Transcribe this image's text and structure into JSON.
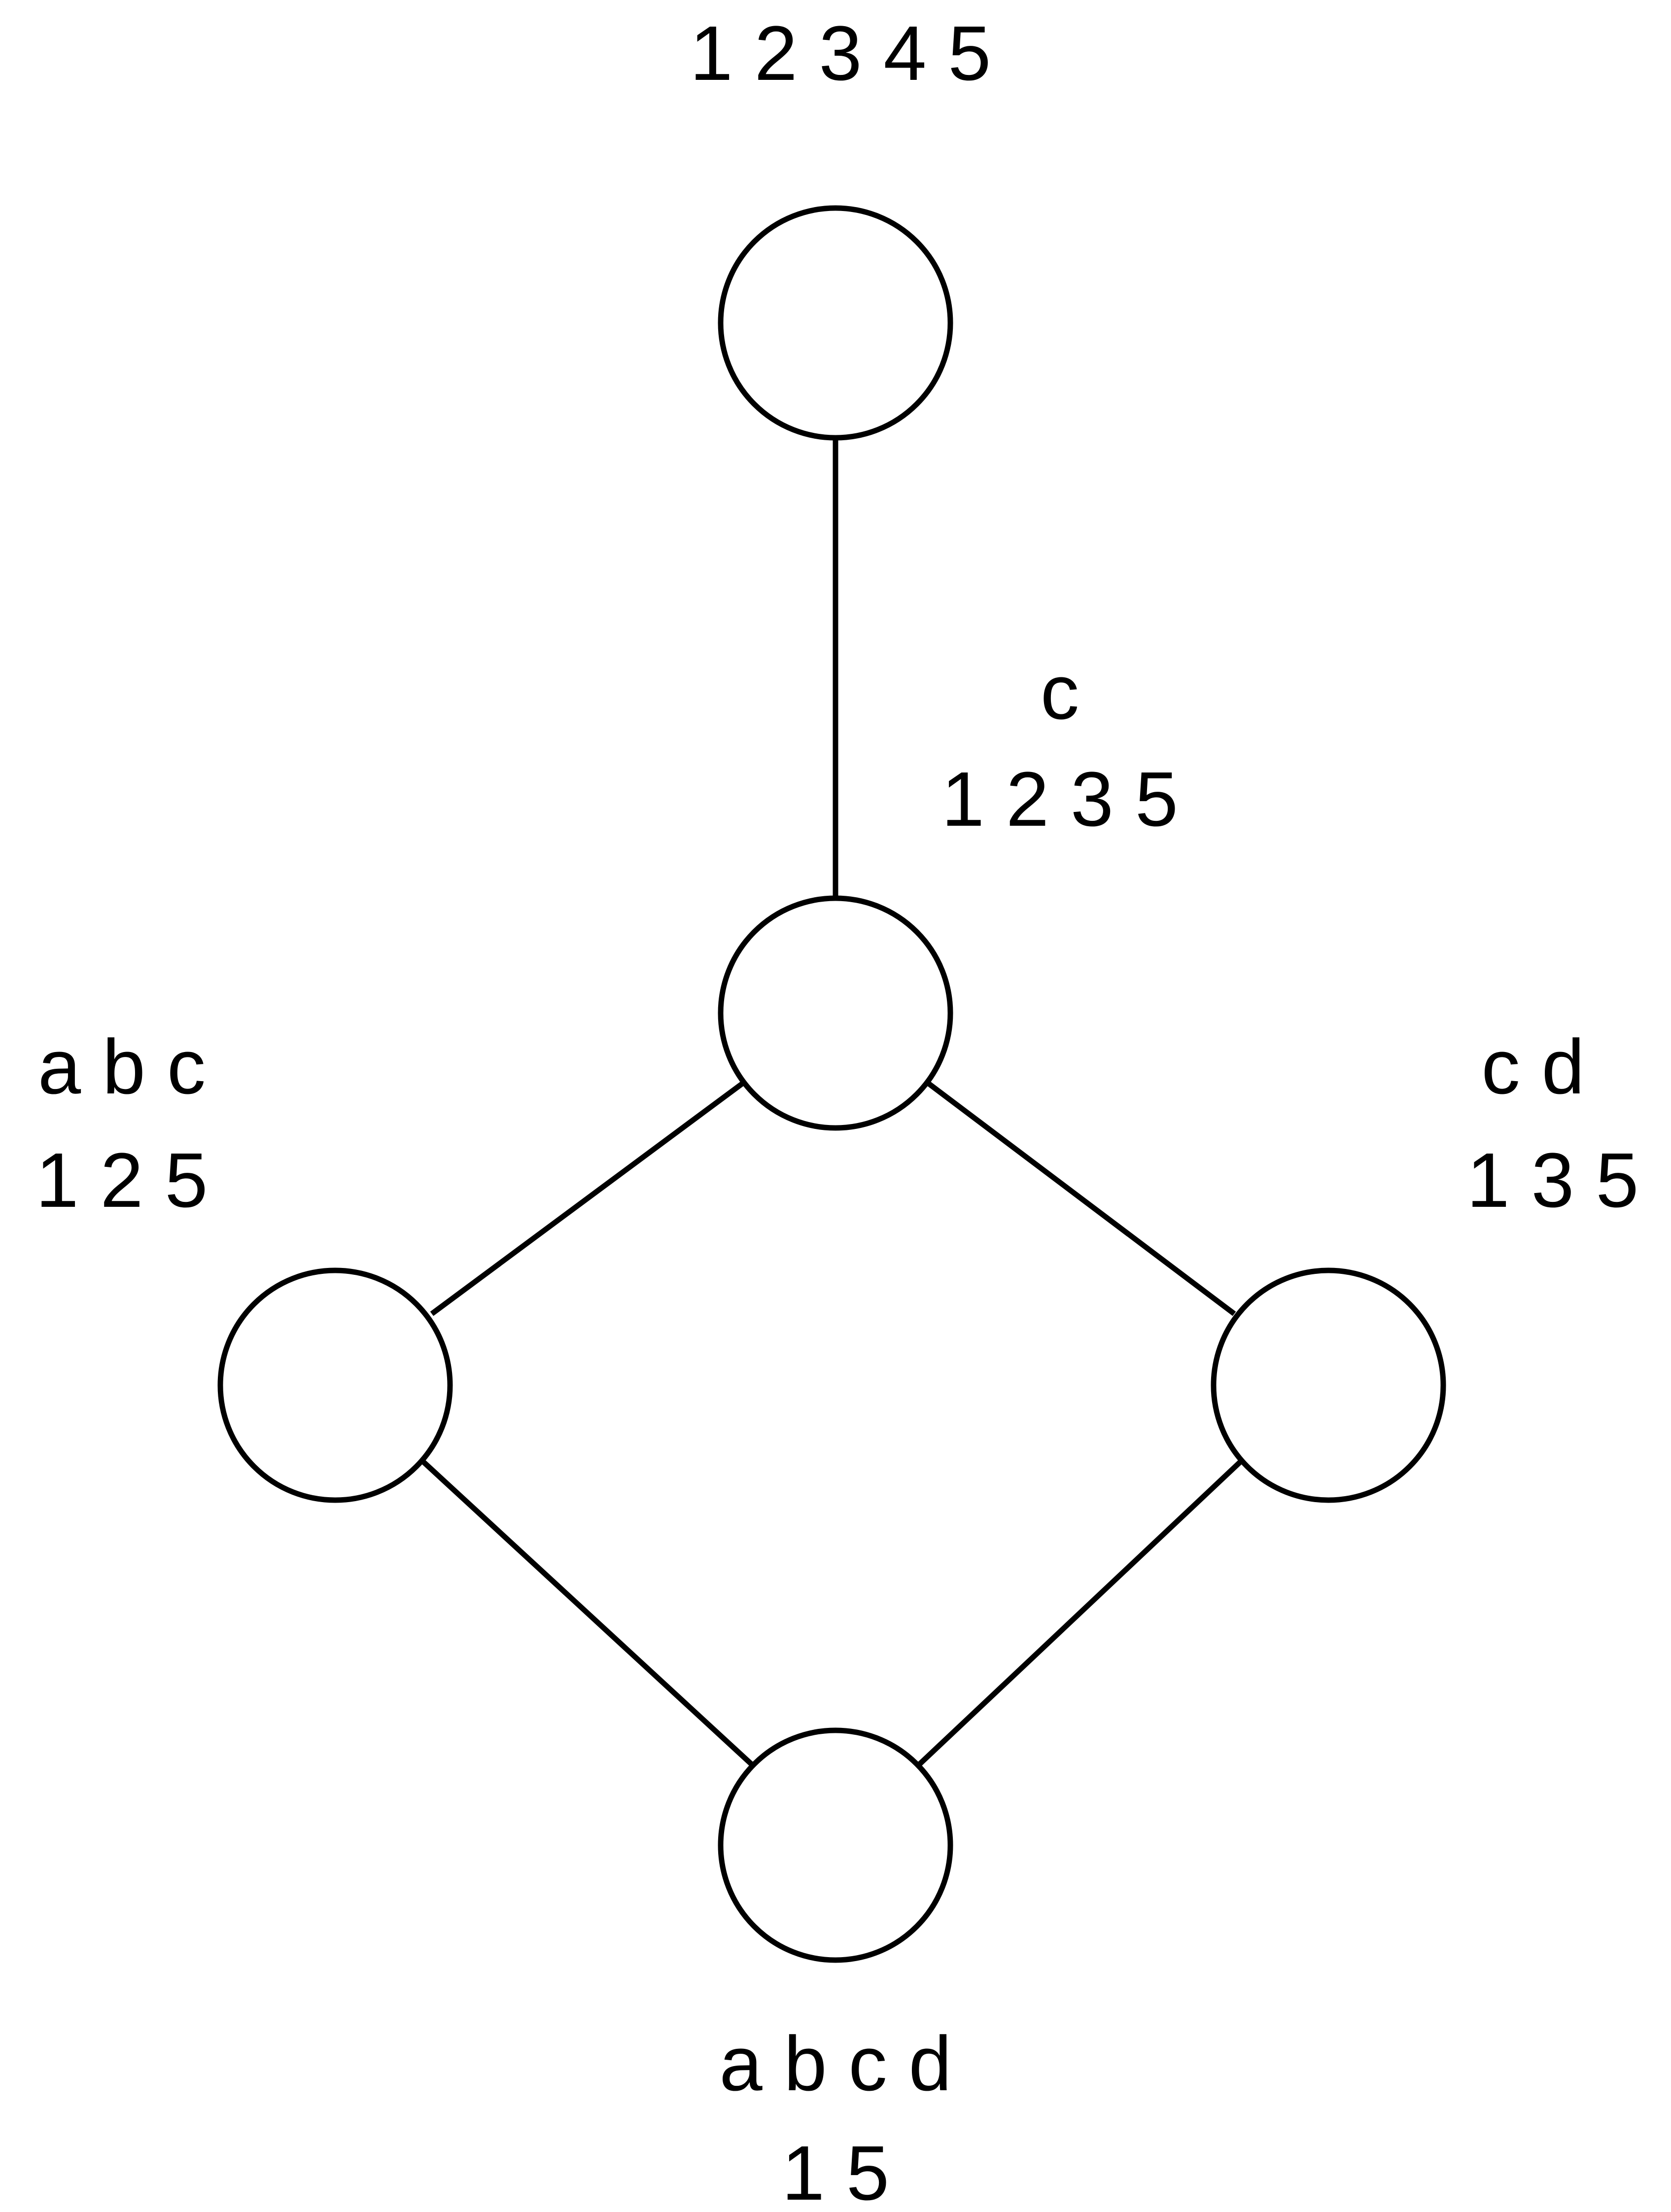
{
  "diagram": {
    "type": "lattice",
    "line_color": "#000000",
    "background": "#ffffff",
    "nodes": [
      {
        "id": "top",
        "attributes": "",
        "objects": "1 2 3 4 5"
      },
      {
        "id": "c",
        "attributes": "c",
        "objects": "1 2 3 5"
      },
      {
        "id": "abc",
        "attributes": "a b c",
        "objects": "1 2 5"
      },
      {
        "id": "cd",
        "attributes": "c d",
        "objects": "1 3 5"
      },
      {
        "id": "bottom",
        "attributes": "a b c d",
        "objects": "1 5"
      }
    ],
    "edges": [
      {
        "from": "top",
        "to": "c"
      },
      {
        "from": "c",
        "to": "abc"
      },
      {
        "from": "c",
        "to": "cd"
      },
      {
        "from": "abc",
        "to": "bottom"
      },
      {
        "from": "cd",
        "to": "bottom"
      }
    ]
  }
}
